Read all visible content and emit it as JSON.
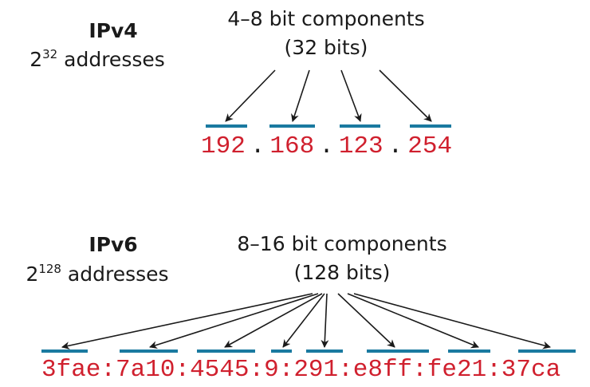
{
  "colors": {
    "text": "#1a1a1a",
    "address": "#d0202e",
    "segment_bar": "#1a7aa0",
    "arrow": "#1a1a1a"
  },
  "ipv4": {
    "title": "IPv4",
    "count_base": "2",
    "count_exp": "32",
    "count_suffix": " addresses",
    "components_line1": "4–8 bit components",
    "components_line2": "(32 bits)",
    "separator": ".",
    "parts": [
      "192",
      "168",
      "123",
      "254"
    ]
  },
  "ipv6": {
    "title": "IPv6",
    "count_base": "2",
    "count_exp": "128",
    "count_suffix": " addresses",
    "components_line1": "8–16 bit components",
    "components_line2": "(128 bits)",
    "separator": ":",
    "parts": [
      "3fae",
      "7a10",
      "4545",
      "9",
      "291",
      "e8ff",
      "fe21",
      "37ca"
    ]
  }
}
